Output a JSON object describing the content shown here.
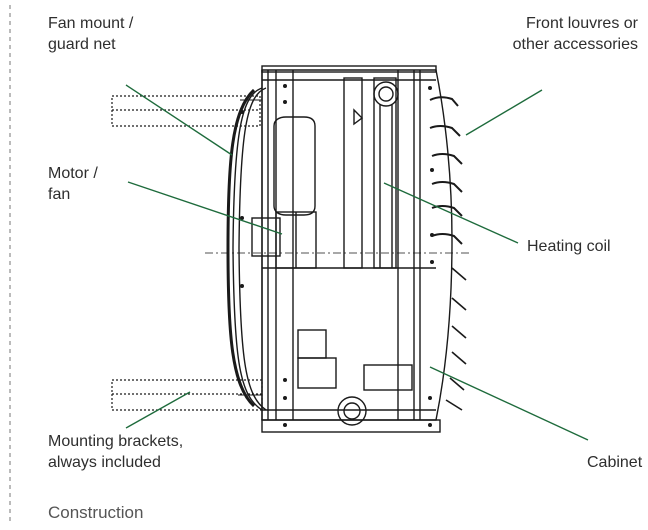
{
  "labels": {
    "fan_mount": "Fan mount /\nguard net",
    "motor_fan": "Motor /\nfan",
    "front_louvres": "Front louvres or\nother accessories",
    "heating_coil": "Heating coil",
    "mounting_brackets": "Mounting brackets,\nalways included",
    "cabinet": "Cabinet"
  },
  "caption": "Construction",
  "colors": {
    "leader_line": "#1e6b3c",
    "drawing": "#1a1a1a"
  }
}
